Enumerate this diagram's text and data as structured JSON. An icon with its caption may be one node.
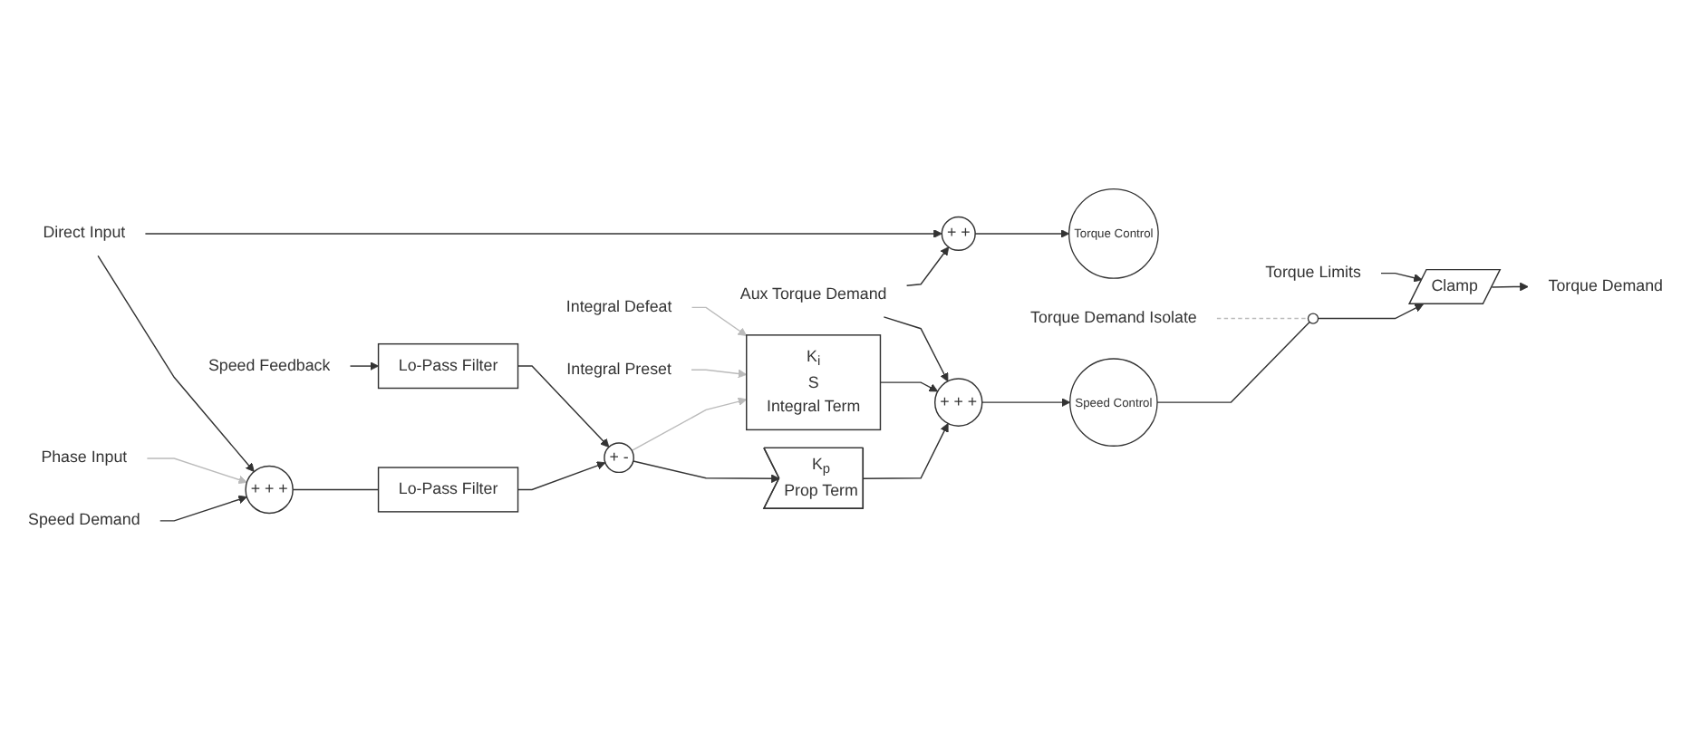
{
  "diagram": {
    "nodes": [
      {
        "text": [
          "Speed Demand"
        ]
      },
      {
        "text": [
          "Phase Input"
        ]
      },
      {
        "text": [
          "Speed Feedback"
        ]
      },
      {
        "text": [
          "+",
          "+",
          "+"
        ]
      },
      {
        "text": [
          "Lo-Pass Filter"
        ]
      },
      {
        "text": [
          "Lo-Pass Filter"
        ]
      },
      {
        "text": [
          "+",
          "-"
        ]
      },
      {
        "text": [
          "K$_{p}$",
          "Prop Term"
        ]
      },
      {
        "text": [
          "+",
          "+",
          "+"
        ]
      },
      {
        "text": [
          "K$_{i}$",
          "S",
          "Integral Term"
        ]
      },
      {
        "text": [
          "Aux Torque Demand"
        ]
      },
      {
        "text": [
          "Direct Input"
        ]
      },
      {
        "text": [
          "+",
          "+"
        ]
      },
      {
        "text": [
          "Torque Control"
        ]
      },
      {
        "text": [
          "Speed Control"
        ]
      },
      {
        "text": [],
        "shape": "circle"
      },
      {
        "text": [
          "Torque Demand Isolate"
        ]
      },
      {
        "text": [
          "Clamp"
        ]
      },
      {
        "text": [
          "Torque Limits"
        ]
      },
      {
        "text": [
          "Torque Demand"
        ]
      },
      {
        "text": [
          "Integral Preset"
        ]
      },
      {
        "text": [
          "Integral Defeat"
        ]
      }
    ],
    "edges": [
      {
        "from": 0,
        "to": 3,
        "arrow": "to"
      },
      {
        "from": 1,
        "to": 3,
        "arrow": "to",
        "color": "#bbbbbb"
      },
      {
        "from": 11,
        "to": 3,
        "arrow": "to"
      },
      {
        "from": 3,
        "to": 4,
        "arrow": "none"
      },
      {
        "from": 2,
        "to": 5,
        "arrow": "to"
      },
      {
        "from": 4,
        "to": 6,
        "arrow": "to"
      },
      {
        "from": 5,
        "to": 6,
        "arrow": "to"
      },
      {
        "from": 6,
        "to": 7,
        "arrow": "to"
      },
      {
        "from": 6,
        "to": 9,
        "arrow": "to",
        "color": "#bbbbbb"
      },
      {
        "from": 7,
        "to": 8,
        "arrow": "to"
      },
      {
        "from": 9,
        "to": 8,
        "arrow": "to"
      },
      {
        "from": 10,
        "to": 8,
        "arrow": "to"
      },
      {
        "from": 10,
        "to": 12,
        "arrow": "to"
      },
      {
        "from": 11,
        "to": 12,
        "arrow": "to"
      },
      {
        "from": 12,
        "to": 13,
        "arrow": "to"
      },
      {
        "from": 8,
        "to": 14,
        "arrow": "to"
      },
      {
        "from": 14,
        "to": 15,
        "arrow": "none"
      },
      {
        "from": 16,
        "to": 15,
        "arrow": "none",
        "style": "dashed",
        "color": "#bbbbbb"
      },
      {
        "from": 15,
        "to": 17,
        "arrow": "to"
      },
      {
        "from": 18,
        "to": 17,
        "arrow": "to"
      },
      {
        "from": 17,
        "to": 19,
        "arrow": "to"
      },
      {
        "from": 20,
        "to": 9,
        "arrow": "to",
        "color": "#bbbbbb"
      },
      {
        "from": 21,
        "to": 9,
        "arrow": "to",
        "color": "#bbbbbb"
      }
    ]
  }
}
